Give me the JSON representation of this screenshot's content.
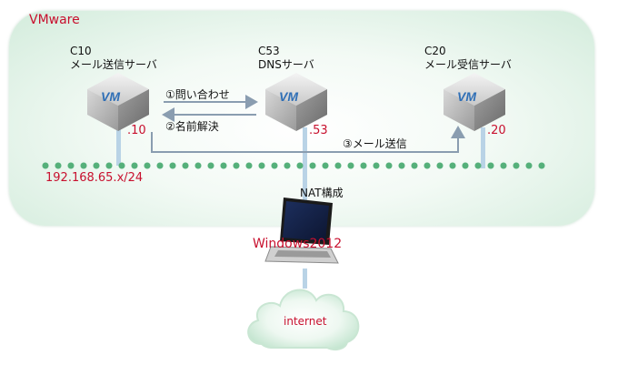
{
  "environment": {
    "label": "VMware"
  },
  "servers": [
    {
      "name": "C10",
      "role": "メール送信サーバ",
      "ip": ".10",
      "vm_badge": "VM"
    },
    {
      "name": "C53",
      "role": "DNSサーバ",
      "ip": ".53",
      "vm_badge": "VM"
    },
    {
      "name": "C20",
      "role": "メール受信サーバ",
      "ip": ".20",
      "vm_badge": "VM"
    }
  ],
  "flows": {
    "step1": "①問い合わせ",
    "step2": "②名前解決",
    "step3": "③メール送信"
  },
  "network": {
    "subnet": "192.168.65.x/24"
  },
  "host": {
    "label": "Windows2012",
    "note": "NAT構成"
  },
  "cloud": {
    "label": "internet"
  },
  "colors": {
    "accent_red": "#c8102e",
    "zone_green": "#d3ecdc",
    "dot_green": "#55b07a",
    "pipe_blue": "#b9d3e6"
  }
}
